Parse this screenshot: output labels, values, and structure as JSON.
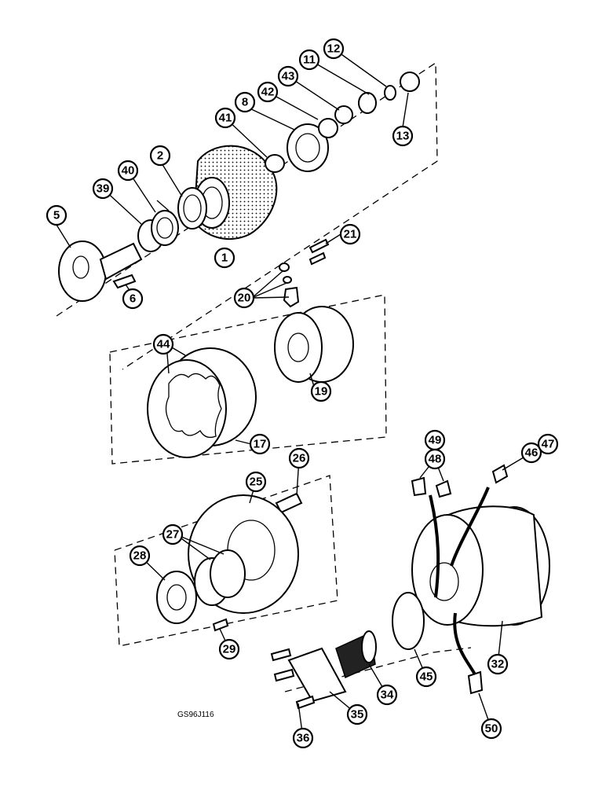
{
  "figure_id": "GS96J116",
  "callouts": [
    "1",
    "2",
    "5",
    "6",
    "8",
    "11",
    "12",
    "13",
    "17",
    "19",
    "20",
    "21",
    "25",
    "26",
    "27",
    "28",
    "29",
    "32",
    "34",
    "35",
    "36",
    "39",
    "40",
    "41",
    "42",
    "43",
    "44",
    "45",
    "46",
    "47",
    "48",
    "49",
    "50"
  ],
  "colors": {
    "ink": "#000000",
    "paper": "#ffffff"
  }
}
